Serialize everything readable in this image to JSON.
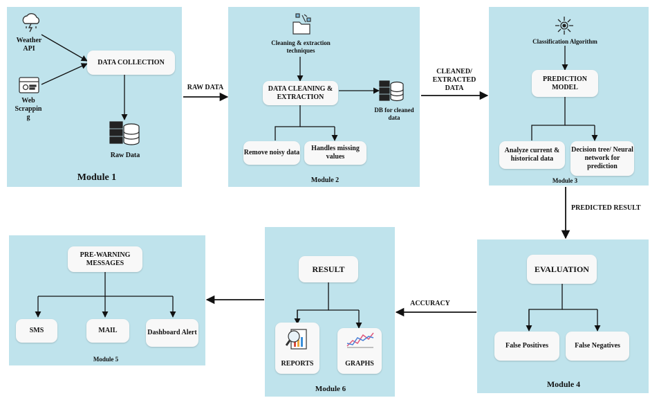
{
  "module1": {
    "title": "Module 1",
    "weather_api": "Weather API",
    "web_scrapping": "Web Scrappin g",
    "data_collection": "DATA COLLECTION",
    "raw_data": "Raw Data"
  },
  "arrow1_label": "RAW DATA",
  "module2": {
    "title": "Module 2",
    "techniques": "Cleaning & extraction techniques",
    "cleaning": "DATA CLEANING & EXTRACTION",
    "db_label": "DB for cleaned data",
    "remove_noisy": "Remove noisy data",
    "handles_missing": "Handles missing values"
  },
  "arrow2_label": "CLEANED/ EXTRACTED DATA",
  "module3": {
    "title": "Module 3",
    "algorithm": "Classification Algorithm",
    "prediction_model": "PREDICTION MODEL",
    "analyze": "Analyze current & historical data",
    "decision_tree": "Decision tree/ Neural network for prediction"
  },
  "arrow3_label": "PREDICTED RESULT",
  "module4": {
    "title": "Module 4",
    "evaluation": "EVALUATION",
    "false_positives": "False Positives",
    "false_negatives": "False Negatives"
  },
  "arrow4_label": "ACCURACY",
  "module6": {
    "title": "Module 6",
    "result": "RESULT",
    "reports": "REPORTS",
    "graphs": "GRAPHS"
  },
  "module5": {
    "title": "Module 5",
    "pre_warning": "PRE-WARNING MESSAGES",
    "sms": "SMS",
    "mail": "MAIL",
    "dashboard": "Dashboard Alert"
  },
  "colors": {
    "panel": "#bfe3ec",
    "box": "#f8f8f8",
    "line": "#111111"
  },
  "icons": [
    "cloud-lightning-icon",
    "browser-settings-icon",
    "server-database-icon",
    "cleaning-folder-icon",
    "db-stack-icon",
    "network-gear-icon",
    "magnifier-report-icon",
    "line-graph-icon"
  ]
}
